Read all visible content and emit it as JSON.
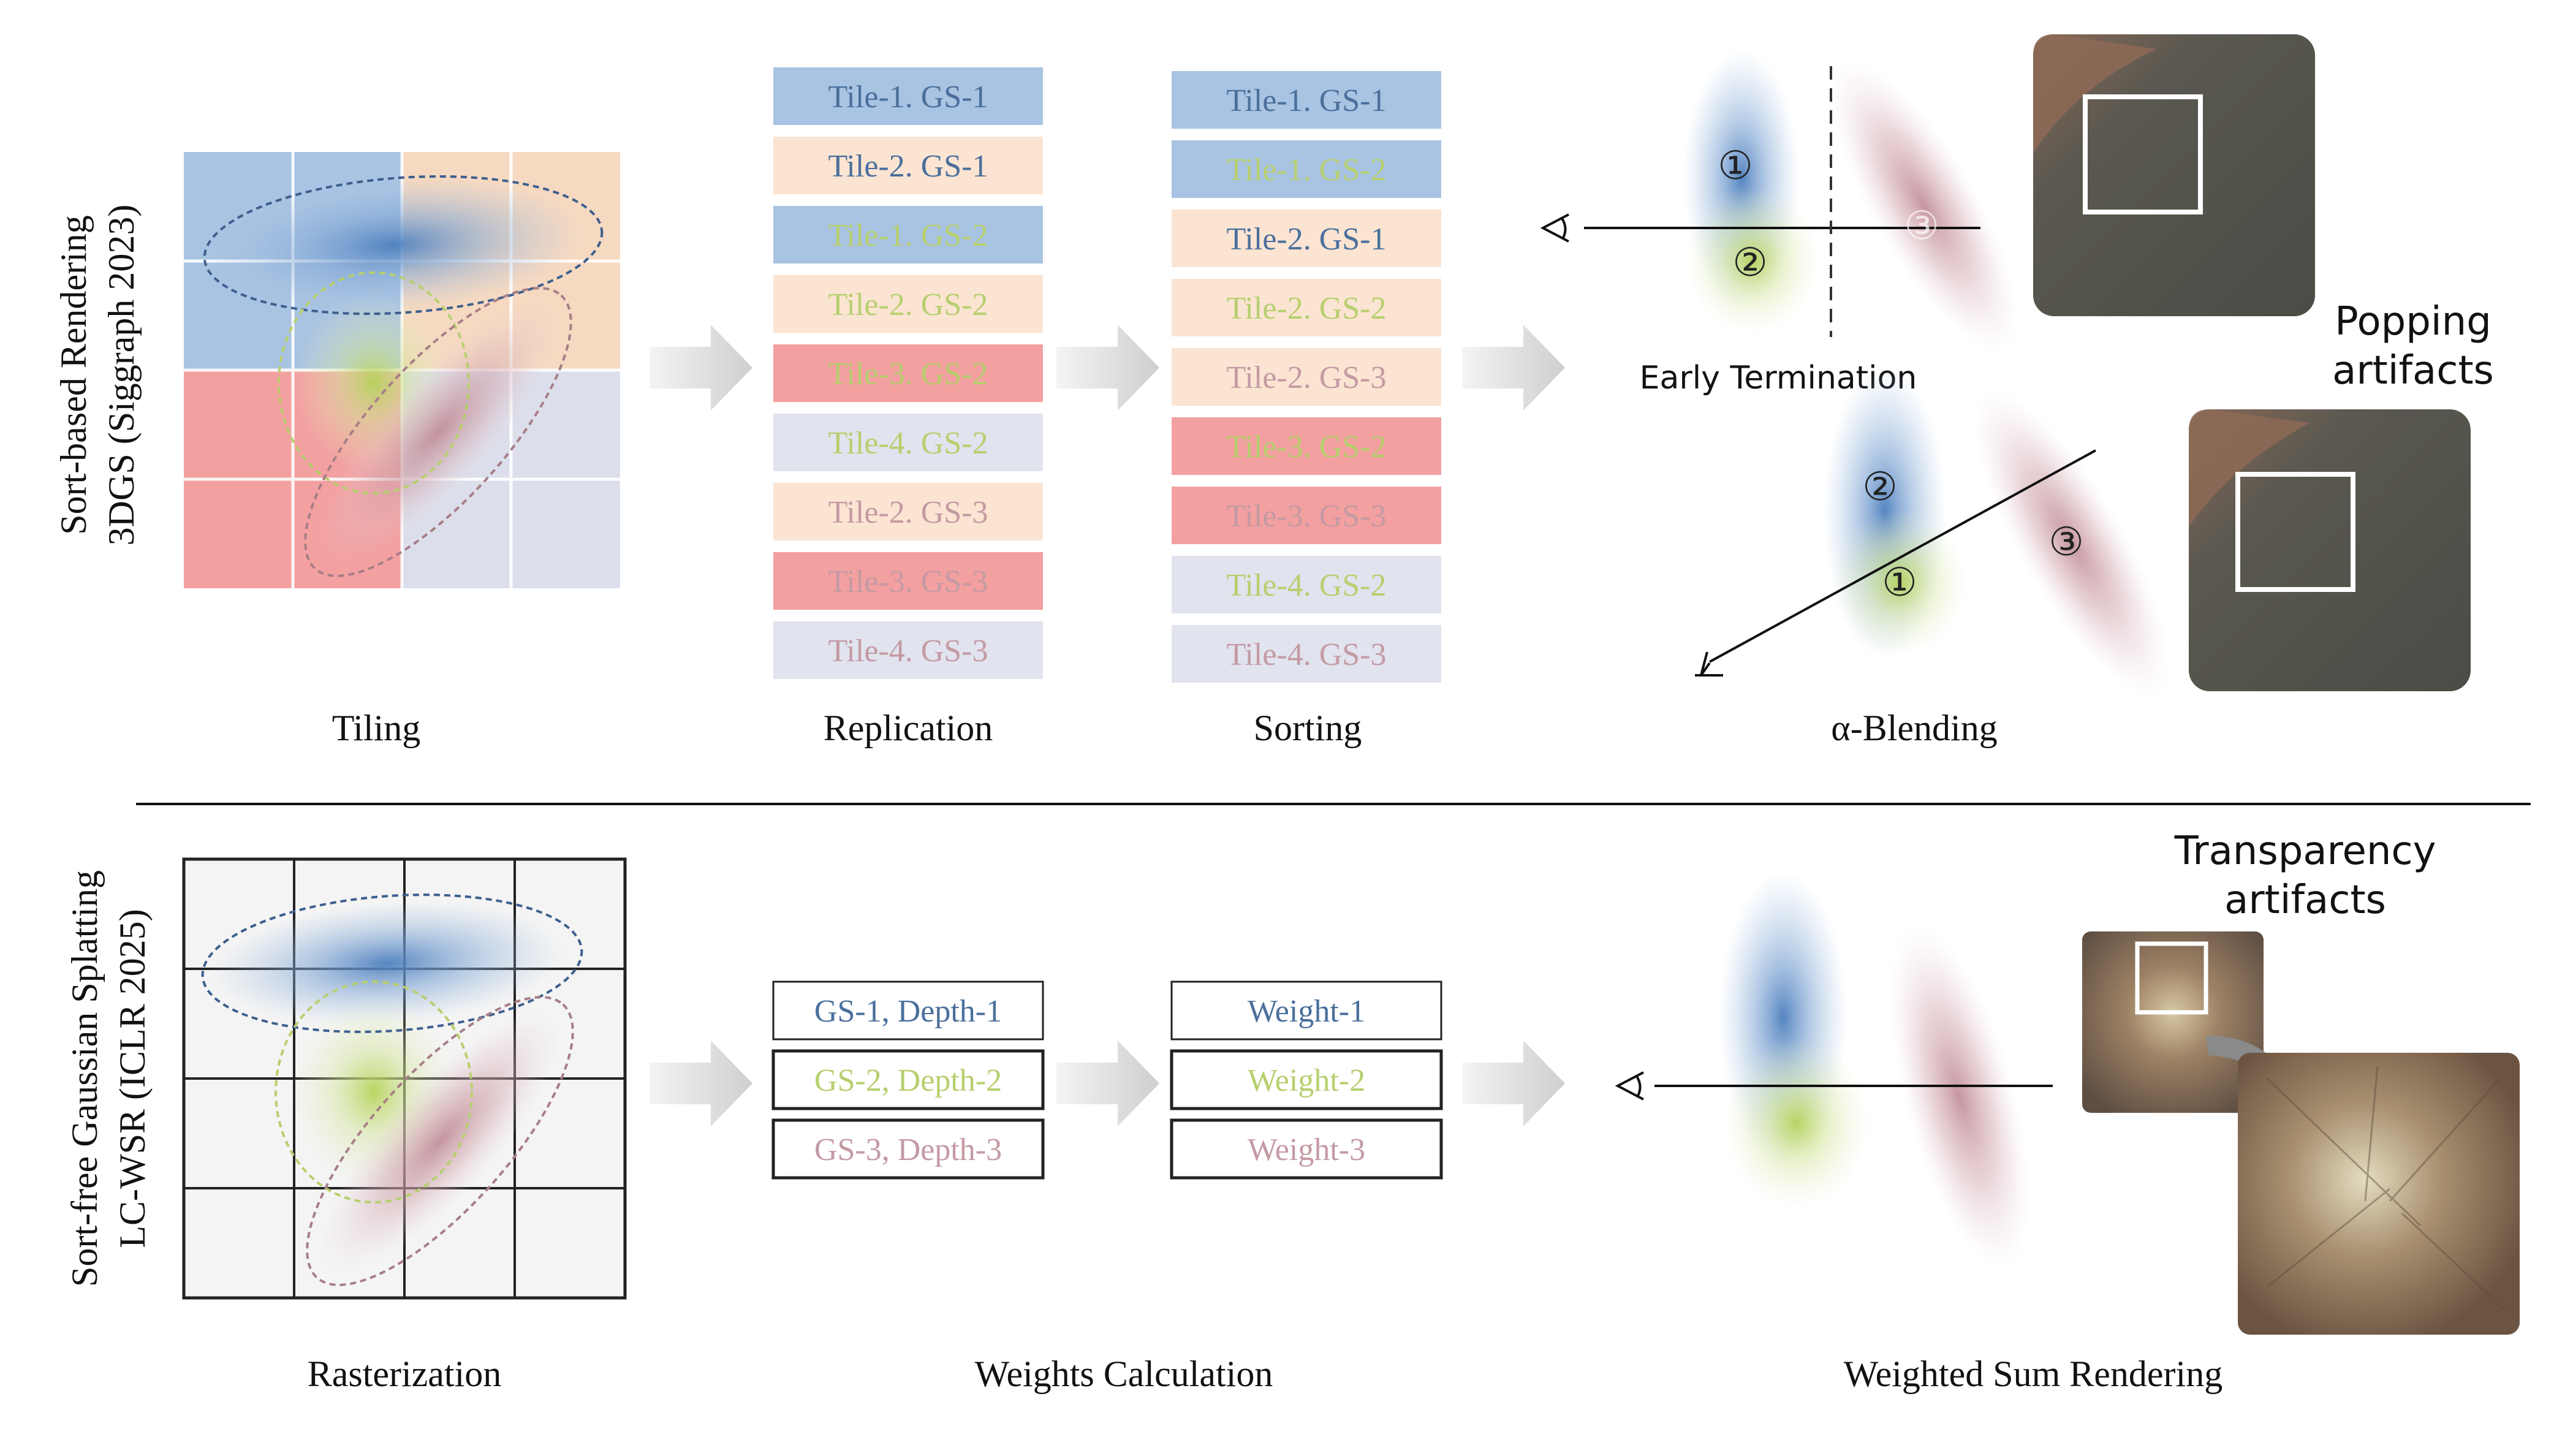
{
  "top_row": {
    "row_label_line1": "Sort-based Rendering",
    "row_label_line2": "3DGS (Siggraph 2023)",
    "tiling_label": "Tiling",
    "replication_label": "Replication",
    "sorting_label": "Sorting",
    "blending_label": "α-Blending",
    "early_termination": "Early Termination",
    "popping_line1": "Popping",
    "popping_line2": "artifacts",
    "replication_items": [
      {
        "text": "Tile-1. GS-1",
        "bg": "#a9c3e2",
        "fg": "#4a6f9c"
      },
      {
        "text": "Tile-2. GS-1",
        "bg": "#fbe4d2",
        "fg": "#4a6f9c"
      },
      {
        "text": "Tile-1. GS-2",
        "bg": "#a9c3e2",
        "fg": "#b7cf6e"
      },
      {
        "text": "Tile-2. GS-2",
        "bg": "#fbe4d2",
        "fg": "#b7cf6e"
      },
      {
        "text": "Tile-3. GS-2",
        "bg": "#f3a0a0",
        "fg": "#b7cf6e"
      },
      {
        "text": "Tile-4. GS-2",
        "bg": "#e1e3ee",
        "fg": "#b7cf6e"
      },
      {
        "text": "Tile-2. GS-3",
        "bg": "#fbe4d2",
        "fg": "#c49aa3"
      },
      {
        "text": "Tile-3. GS-3",
        "bg": "#f3a0a0",
        "fg": "#c49aa3"
      },
      {
        "text": "Tile-4. GS-3",
        "bg": "#e1e3ee",
        "fg": "#c49aa3"
      }
    ],
    "sorting_items": [
      {
        "text": "Tile-1. GS-1",
        "bg": "#a9c3e2",
        "fg": "#4a6f9c"
      },
      {
        "text": "Tile-1. GS-2",
        "bg": "#a9c3e2",
        "fg": "#b7cf6e"
      },
      {
        "text": "Tile-2. GS-1",
        "bg": "#fbe4d2",
        "fg": "#4a6f9c"
      },
      {
        "text": "Tile-2. GS-2",
        "bg": "#fbe4d2",
        "fg": "#b7cf6e"
      },
      {
        "text": "Tile-2. GS-3",
        "bg": "#fbe4d2",
        "fg": "#c49aa3"
      },
      {
        "text": "Tile-3. GS-2",
        "bg": "#f3a0a0",
        "fg": "#b7cf6e"
      },
      {
        "text": "Tile-3. GS-3",
        "bg": "#f3a0a0",
        "fg": "#c49aa3"
      },
      {
        "text": "Tile-4. GS-2",
        "bg": "#e1e3ee",
        "fg": "#b7cf6e"
      },
      {
        "text": "Tile-4. GS-3",
        "bg": "#e1e3ee",
        "fg": "#c49aa3"
      }
    ],
    "markers": {
      "one": "①",
      "two": "②",
      "three": "③"
    }
  },
  "bottom_row": {
    "row_label_line1": "Sort-free Gaussian Splatting",
    "row_label_line2": "LC-WSR (ICLR 2025)",
    "rasterization_label": "Rasterization",
    "weights_label": "Weights Calculation",
    "weighted_sum_label": "Weighted Sum Rendering",
    "transparency_line1": "Transparency",
    "transparency_line2": "artifacts",
    "depth_items": [
      {
        "text": "GS-1, Depth-1",
        "fg": "#4a6f9c"
      },
      {
        "text": "GS-2, Depth-2",
        "fg": "#b7cf6e"
      },
      {
        "text": "GS-3, Depth-3",
        "fg": "#c49aa3"
      }
    ],
    "weight_items": [
      {
        "text": "Weight-1",
        "fg": "#4a6f9c"
      },
      {
        "text": "Weight-2",
        "fg": "#b7cf6e"
      },
      {
        "text": "Weight-3",
        "fg": "#c49aa3"
      }
    ]
  },
  "colors": {
    "gs1_blue": "#5a86c0",
    "gs2_green": "#b8d36a",
    "gs3_pink": "#c48f99",
    "tile_blue": "#a9c3e2",
    "tile_peach": "#f6d9c1",
    "tile_red": "#f3a0a0",
    "tile_lavender": "#dcdfeb",
    "arrow_gray": "#d6d6d6"
  }
}
